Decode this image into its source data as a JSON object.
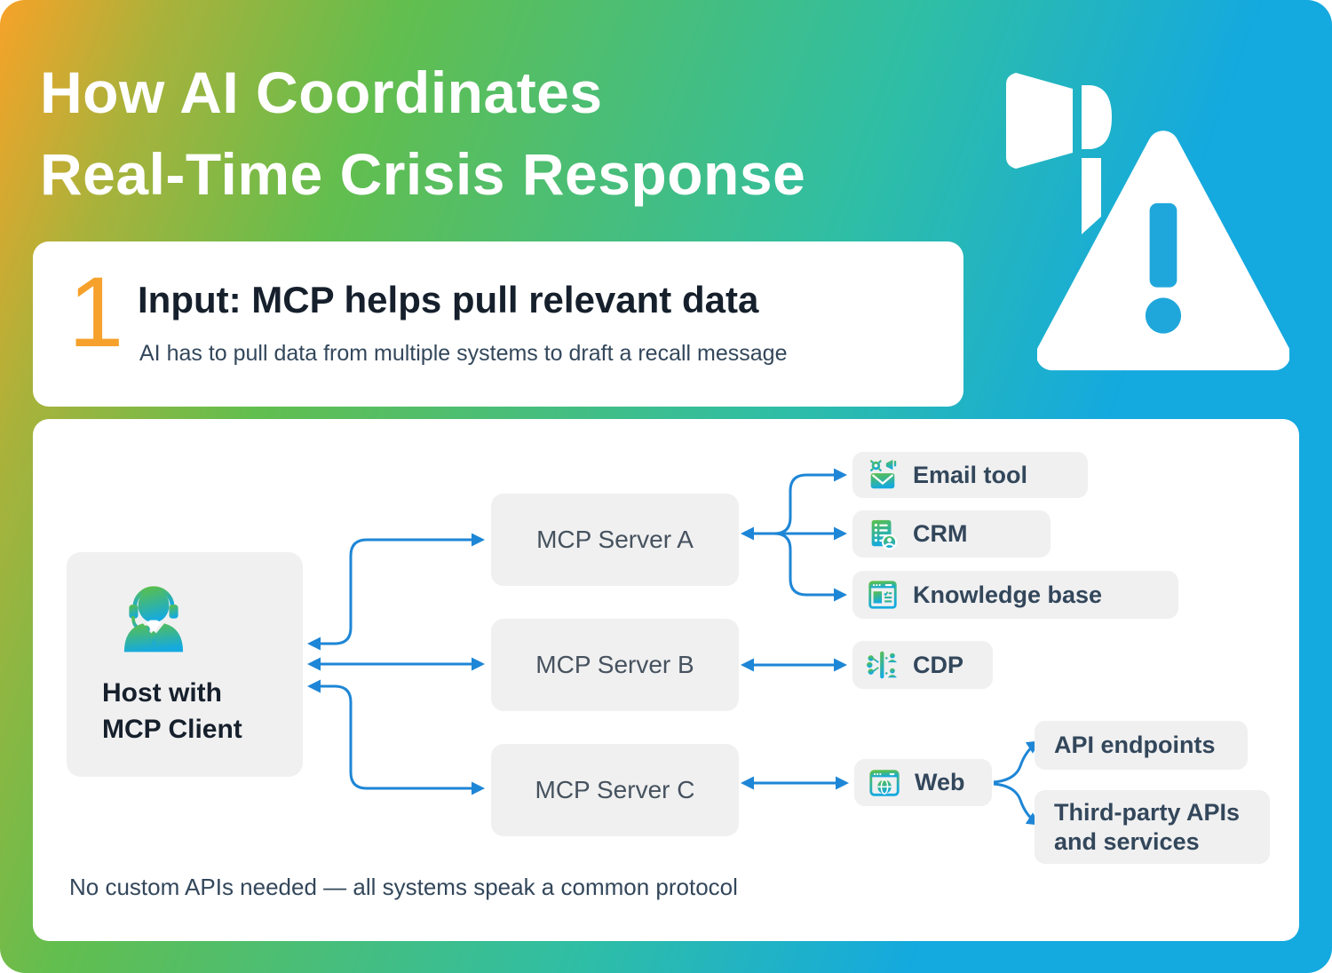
{
  "header": {
    "title_line1": "How AI Coordinates",
    "title_line2": "Real-Time Crisis Response",
    "icons": [
      "megaphone-icon",
      "warning-triangle-icon"
    ]
  },
  "step": {
    "number": "1",
    "heading": "Input: MCP helps pull relevant data",
    "description": "AI has to pull data from multiple systems to draft a recall message"
  },
  "diagram": {
    "host": {
      "label": "Host with MCP Client",
      "icon": "support-agent-icon"
    },
    "servers": [
      "MCP Server A",
      "MCP Server B",
      "MCP Server C"
    ],
    "tools": [
      {
        "label": "Email tool",
        "icon": "email-tool-icon",
        "connected_to": "MCP Server A"
      },
      {
        "label": "CRM",
        "icon": "crm-icon",
        "connected_to": "MCP Server A"
      },
      {
        "label": "Knowledge base",
        "icon": "knowledge-base-icon",
        "connected_to": "MCP Server A"
      },
      {
        "label": "CDP",
        "icon": "cdp-icon",
        "connected_to": "MCP Server B"
      },
      {
        "label": "Web",
        "icon": "web-icon",
        "connected_to": "MCP Server C"
      }
    ],
    "web_children": [
      "API endpoints",
      "Third-party APIs and services"
    ],
    "note": "No custom APIs needed — all systems speak a common protocol"
  },
  "colors": {
    "gradient_start": "#F7A228",
    "gradient_mid": "#62BE4E",
    "gradient_end": "#14A9DF",
    "accent_orange": "#F6A12B",
    "arrow_blue": "#1E86D6",
    "text_dark": "#16202C",
    "text_slate": "#33475B",
    "box_gray": "#F0F0F1",
    "icon_green": "#5CC046",
    "icon_blue": "#15AADF"
  }
}
